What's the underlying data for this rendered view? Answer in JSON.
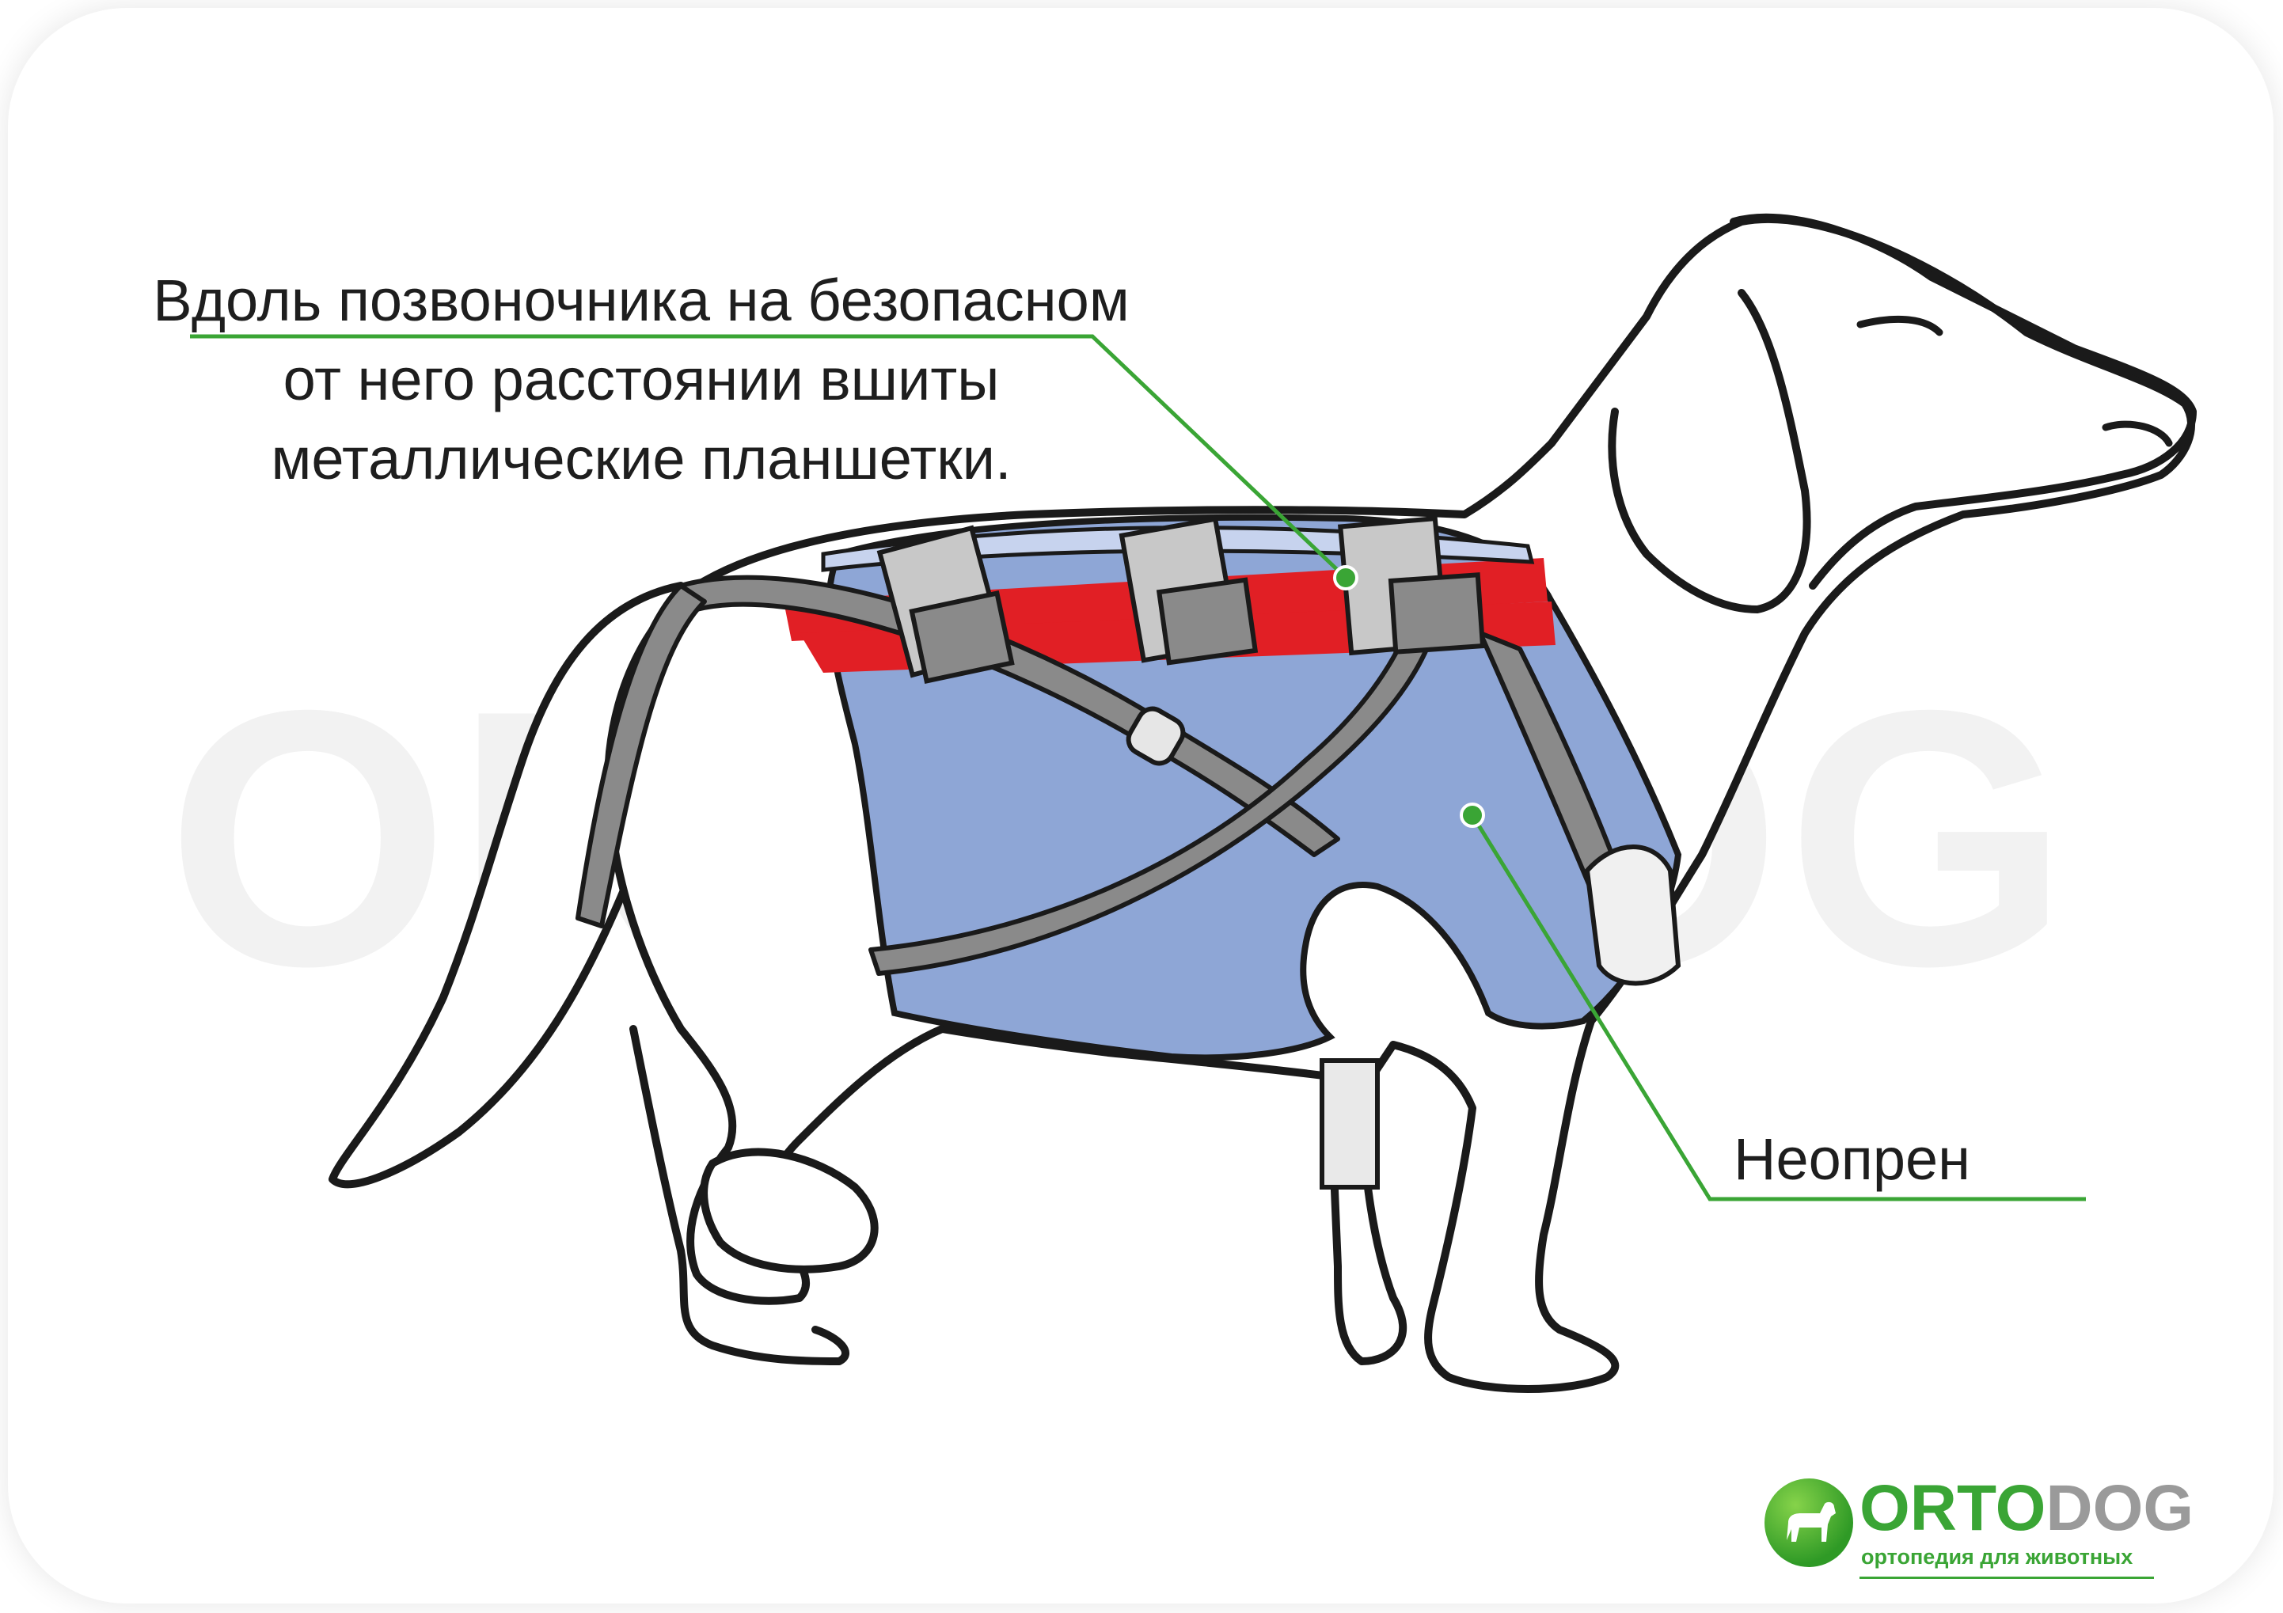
{
  "watermark": "ORTODOG",
  "annotations": {
    "spine_lines": [
      "Вдоль позвоночника на безопасном",
      "от него расстоянии вшиты",
      "металлические планшетки."
    ],
    "neoprene": "Неопрен"
  },
  "logo": {
    "word_part1": "ORTO",
    "word_part2": "DOG",
    "tagline": "ортопедия для животных"
  },
  "colors": {
    "vest_blue": "#8ea6d6",
    "stripe_red": "#e11f25",
    "strap_gray": "#8a8a8a",
    "strap_light": "#c8c8c8",
    "leader_green": "#3aa535",
    "outline": "#1a1a1a"
  },
  "icons": [
    "dog-silhouette-icon"
  ]
}
